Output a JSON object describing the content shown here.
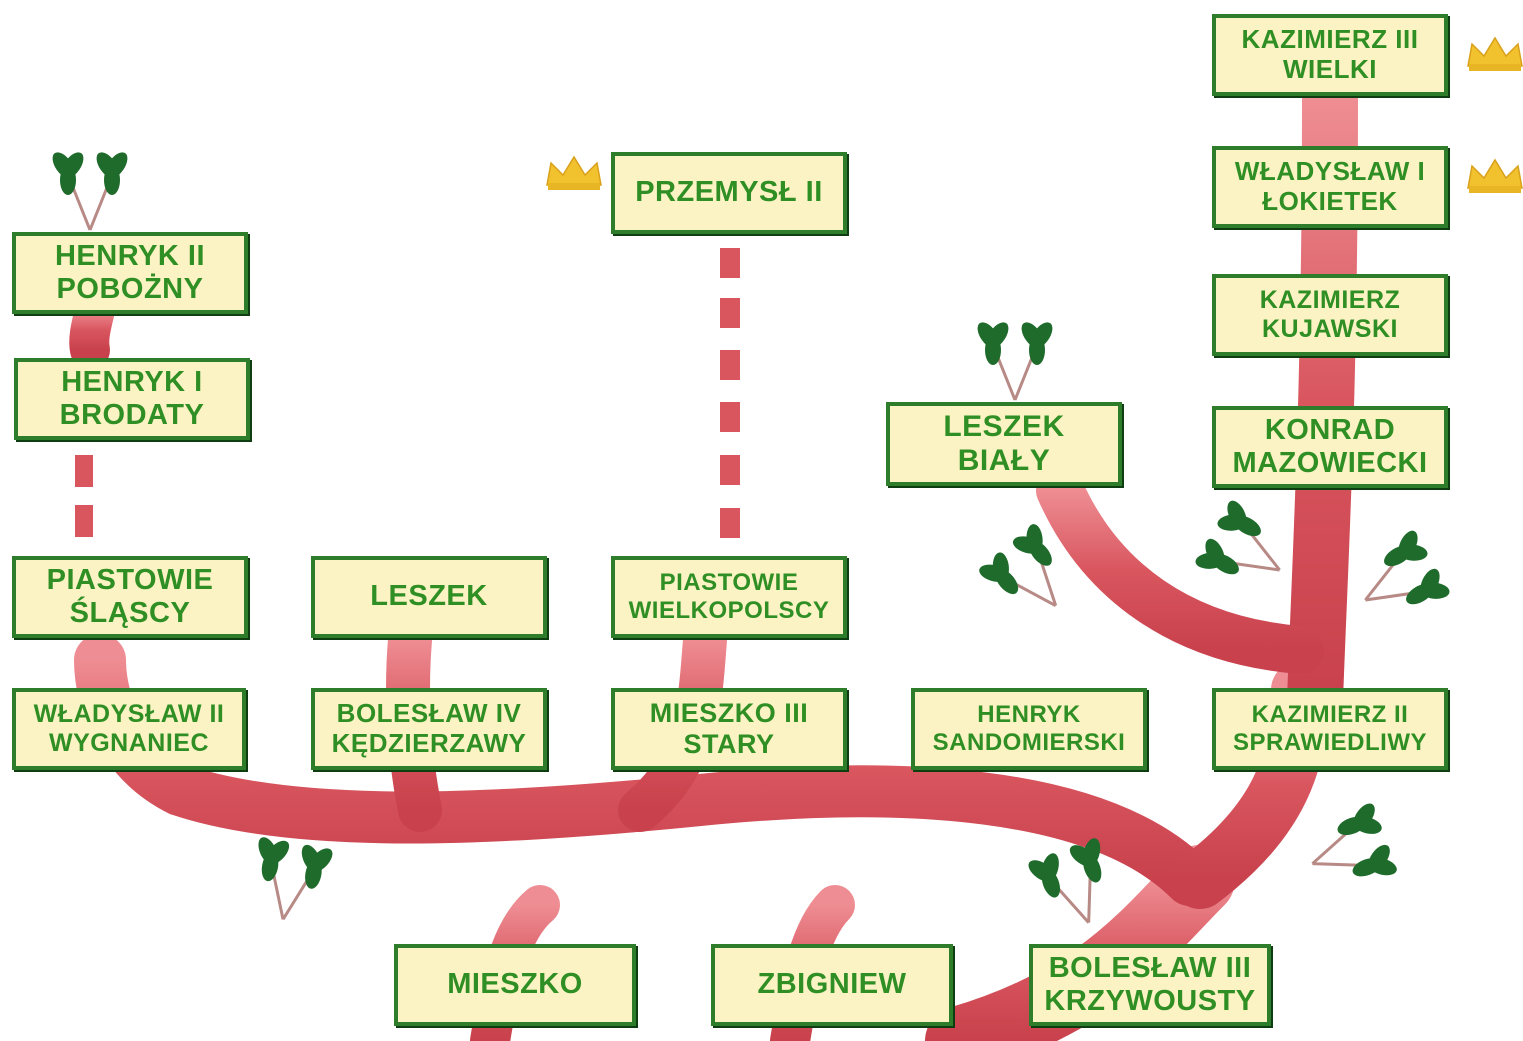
{
  "nodes": {
    "kazimierz3": {
      "line1": "KAZIMIERZ III",
      "line2": "WIELKI",
      "crowned": true
    },
    "wladyslaw1": {
      "line1": "WŁADYSŁAW I",
      "line2": "ŁOKIETEK",
      "crowned": true
    },
    "kazimierz_kuj": {
      "line1": "KAZIMIERZ",
      "line2": "KUJAWSKI"
    },
    "konrad": {
      "line1": "KONRAD",
      "line2": "MAZOWIECKI"
    },
    "leszek_bialy": {
      "line1": "LESZEK",
      "line2": "BIAŁY"
    },
    "przemysl2": {
      "line1": "PRZEMYSŁ II",
      "crowned": true
    },
    "henryk2": {
      "line1": "HENRYK II",
      "line2": "POBOŻNY"
    },
    "henryk1": {
      "line1": "HENRYK I",
      "line2": "BRODATY"
    },
    "piastowie_slascy": {
      "line1": "PIASTOWIE",
      "line2": "ŚLĄSCY"
    },
    "leszek": {
      "line1": "LESZEK"
    },
    "piastowie_wlkp": {
      "line1": "PIASTOWIE",
      "line2": "WIELKOPOLSCY"
    },
    "wladyslaw2": {
      "line1": "WŁADYSŁAW II",
      "line2": "WYGNANIEC"
    },
    "boleslaw4": {
      "line1": "BOLESŁAW IV",
      "line2": "KĘDZIERZAWY"
    },
    "mieszko3": {
      "line1": "MIESZKO III",
      "line2": "STARY"
    },
    "henryk_sand": {
      "line1": "HENRYK",
      "line2": "SANDOMIERSKI"
    },
    "kazimierz2": {
      "line1": "KAZIMIERZ II",
      "line2": "SPRAWIEDLIWY"
    },
    "mieszko": {
      "line1": "MIESZKO"
    },
    "zbigniew": {
      "line1": "ZBIGNIEW"
    },
    "boleslaw3": {
      "line1": "BOLESŁAW III",
      "line2": "KRZYWOUSTY"
    }
  },
  "colors": {
    "branch": "#d9565f",
    "branch_light": "#ec8a8f",
    "box_fill": "#fbf3c4",
    "box_border": "#2e7d2a",
    "text": "#2f8f24",
    "leaf": "#1f6b2c",
    "crown": "#f2c12e"
  },
  "icons": {
    "crown": "crown-icon",
    "leaf": "leaf-icon"
  }
}
